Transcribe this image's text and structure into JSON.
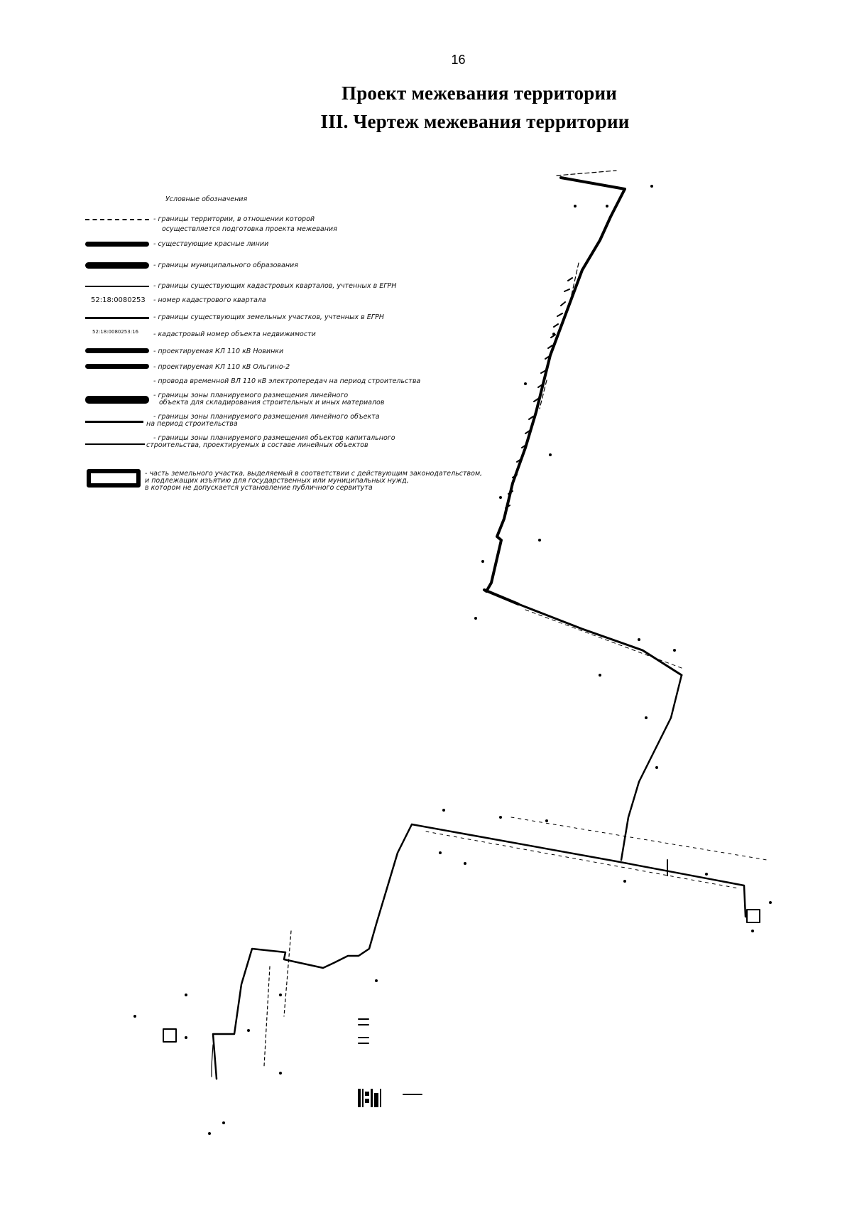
{
  "page": {
    "number": "16",
    "title_line1": "Проект межевания территории",
    "title_line2": "III.  Чертеж межевания территории"
  },
  "legend": {
    "title": "Условные обозначения",
    "items": [
      {
        "kind": "dash",
        "text": "- границы территории, в отношении которой",
        "text2": "осуществляется подготовка проекта межевания"
      },
      {
        "kind": "thick",
        "text": "- существующие красные линии"
      },
      {
        "kind": "thick2",
        "text": "- границы муниципального образования"
      },
      {
        "kind": "thin",
        "text": "- границы существующих кадастровых кварталов, учтенных в ЕГРН"
      },
      {
        "kind": "code",
        "code": "52:18:0080253",
        "text": "- номер кадастрового квартала"
      },
      {
        "kind": "mid",
        "text": "- границы существующих земельных участков, учтенных в ЕГРН"
      },
      {
        "kind": "code",
        "code": "52:18:0080253:16",
        "text": "- кадастровый номер объекта недвижимости"
      },
      {
        "kind": "thick",
        "text": "- проектируемая КЛ 110 кВ Новинки"
      },
      {
        "kind": "thick",
        "text": "- проектируемая КЛ 110 кВ Ольгино-2"
      },
      {
        "kind": "none",
        "text": "- провода временной ВЛ 110 кВ электропередач на период строительства"
      },
      {
        "kind": "thick2",
        "text": "- границы зоны планируемого размещения линейного",
        "text2": "объекта для складирования строительных и иных материалов"
      },
      {
        "kind": "mid",
        "text": "- границы зоны планируемого размещения линейного объекта",
        "text2": "на период строительства"
      },
      {
        "kind": "thin",
        "text": "- границы зоны планируемого размещения объектов капитального",
        "text2": "строительства, проектируемых в составе линейных объектов"
      },
      {
        "kind": "box",
        "text": "- часть земельного участка, выделяемый в соответствии с действующим законодательством,",
        "text2": "и подлежащих изъятию для государственных или муниципальных нужд,",
        "text3": "в котором не допускается установление публичного сервитута"
      }
    ]
  },
  "drawing": {
    "line_color": "#000000"
  }
}
